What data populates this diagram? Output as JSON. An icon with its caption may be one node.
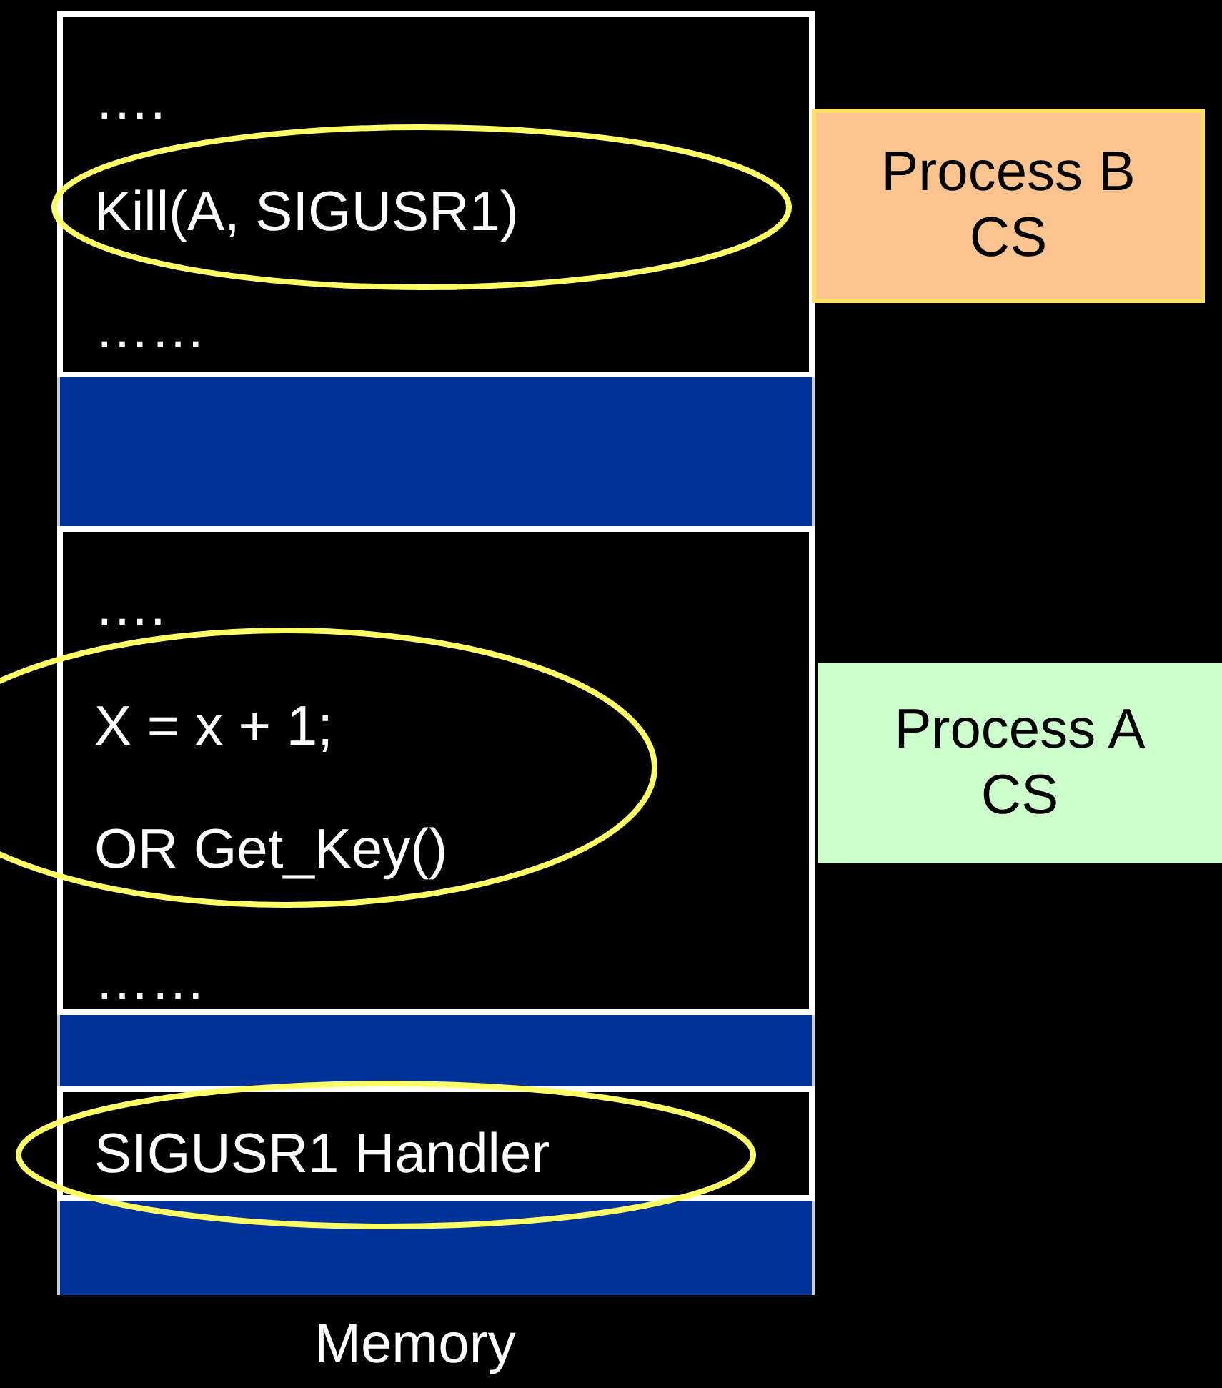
{
  "diagram": {
    "nodes": [
      {
        "text": [
          "….",
          "Kill(A, SIGUSR1)",
          "……"
        ]
      },
      {
        "text": [],
        "shape": "bar"
      },
      {
        "text": [
          "….",
          "X = x + 1;",
          "OR Get_Key()",
          "……"
        ]
      },
      {
        "text": [],
        "shape": "bar"
      },
      {
        "text": [
          "SIGUSR1 Handler"
        ]
      },
      {
        "text": [],
        "shape": "bar"
      },
      {
        "text": [
          "Process B CS"
        ]
      },
      {
        "text": [
          "Process A CS"
        ]
      }
    ],
    "labels": [
      "Memory"
    ]
  }
}
